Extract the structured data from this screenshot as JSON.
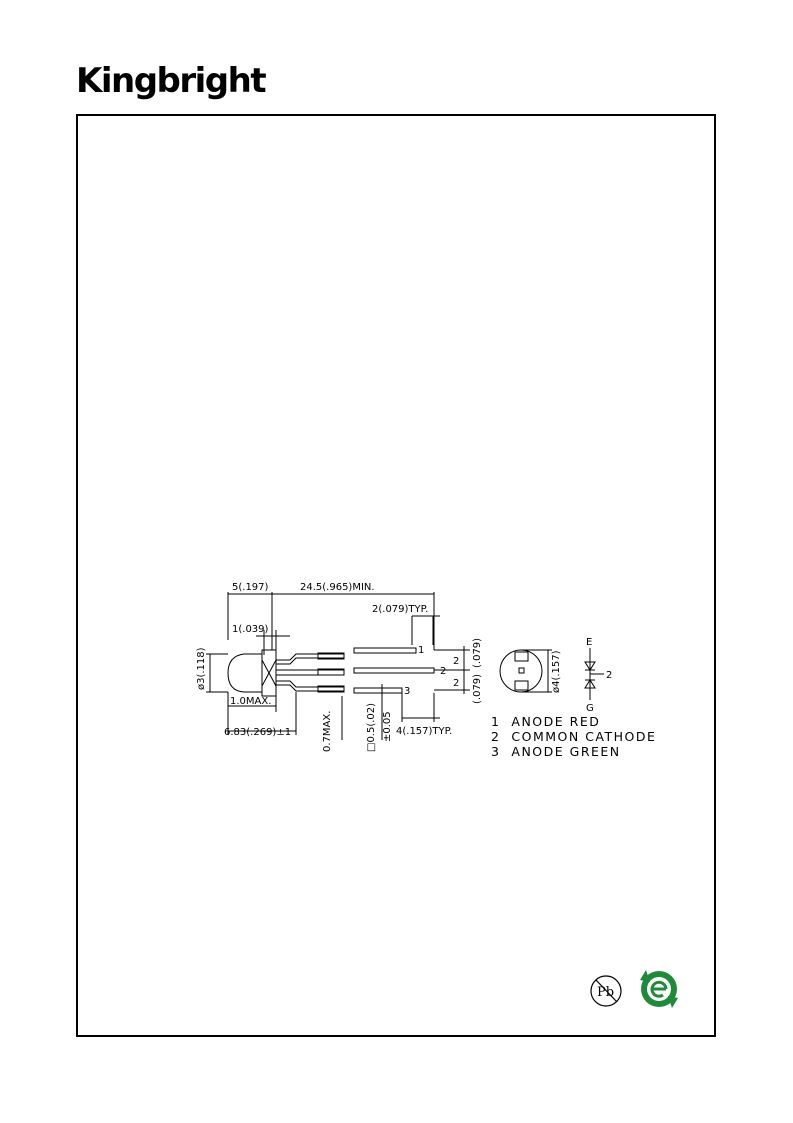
{
  "header": {
    "brand": "Kingbright"
  },
  "drawing": {
    "dims": {
      "body_len": "5(.197)",
      "lead_len": "24.5(.965)MIN.",
      "pitch_typ": "2(.079)TYP.",
      "flange": "1(.039)",
      "lens_dia": "ø3(.118)",
      "flange_max": "1.0MAX.",
      "seat_len": "6.83(.269)±1",
      "standoff": "0.7MAX.",
      "lead_sq": "□0.5(.02)",
      "lead_tol": "±0.05",
      "lead_gap": "4(.157)TYP.",
      "pitch_a": "(.079)",
      "pitch_b": "(.079)",
      "pitch_n1": "2",
      "pitch_n2": "2",
      "pin_n1": "1",
      "pin_n2": "2",
      "pin_n3": "3",
      "end_dia": "ø4(.157)"
    },
    "schematic": {
      "e": "E",
      "g": "G",
      "n2": "2"
    },
    "pins": [
      "1  ANODE RED",
      "2  COMMON CATHODE",
      "3  ANODE GREEN"
    ]
  },
  "badges": {
    "lead_free": "Pb"
  }
}
